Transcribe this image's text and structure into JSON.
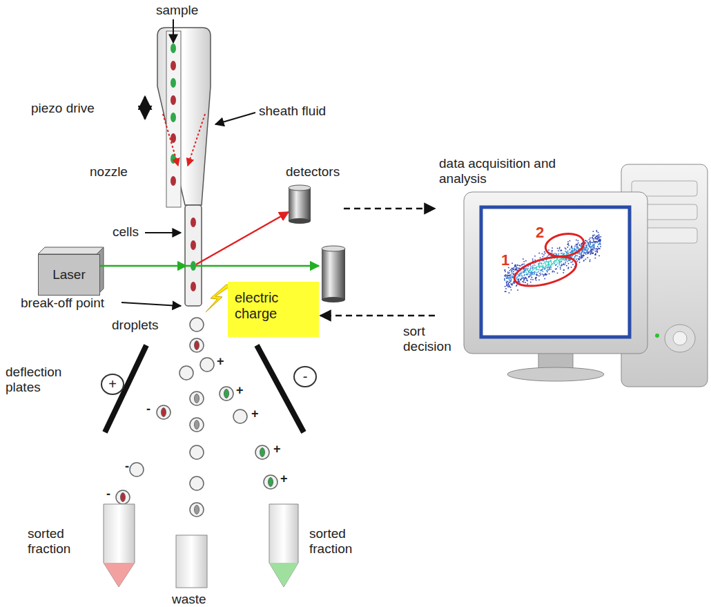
{
  "diagram": {
    "nodes": [
      {
        "text": [
          "Laser"
        ]
      },
      {
        "text": [
          "detectors"
        ]
      },
      {
        "text": [
          "data acquisition and analysis"
        ]
      },
      {
        "text": [
          "electric charge"
        ]
      },
      {
        "text": [
          "+"
        ]
      },
      {
        "text": [
          "-"
        ]
      }
    ],
    "edges": [
      {
        "from": 1,
        "to": 2,
        "arrow": "to"
      },
      {
        "from": 2,
        "to": 3,
        "label": "sort decision",
        "arrow": "to"
      }
    ],
    "labels": [
      "sample",
      "piezo drive",
      "sheath fluid",
      "nozzle",
      "cells",
      "break-off point",
      "droplets",
      "deflection plates",
      "sorted fraction",
      "waste",
      "sorted fraction",
      "1",
      "2",
      "+",
      "+",
      "+",
      "+",
      "+",
      "-",
      "-",
      "-"
    ]
  }
}
